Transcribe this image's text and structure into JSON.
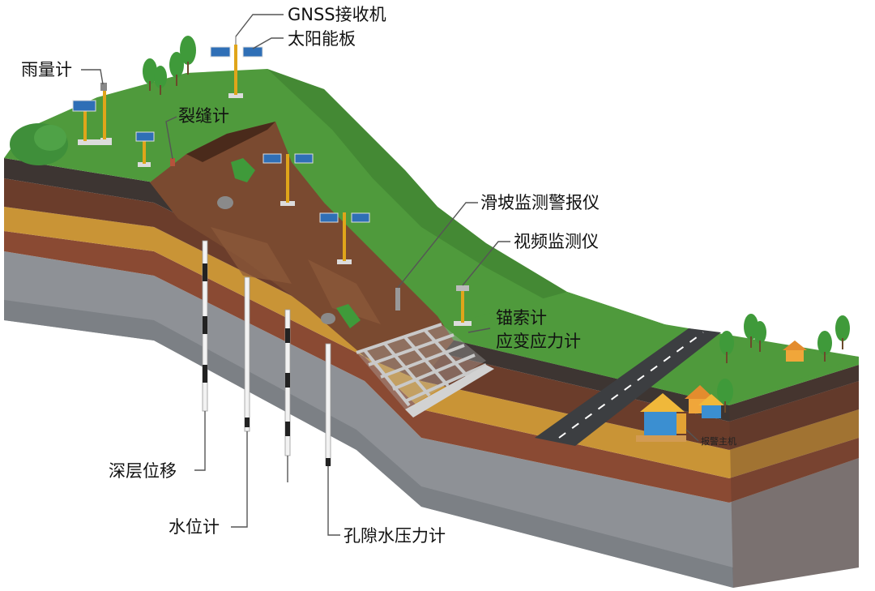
{
  "labels": {
    "gnss": "GNSS接收机",
    "solar": "太阳能板",
    "rain": "雨量计",
    "crack": "裂缝计",
    "alarm_device": "滑坡监测警报仪",
    "video": "视频监测仪",
    "anchor": "锚索计",
    "strain": "应变应力计",
    "deep_disp": "深层位移",
    "water_level": "水位计",
    "pore_pressure": "孔隙水压力计",
    "alarm_host": "报警主机"
  },
  "colors": {
    "grass": "#4f9a3c",
    "grass_dark": "#3d7f2e",
    "soil_top": "#3d3532",
    "layer_brown": "#6b3d2b",
    "layer_yellow": "#c99436",
    "layer_rust": "#8a4a33",
    "bedrock": "#8e9196",
    "slide_mass": "#7a4a30",
    "road": "#3c3e41"
  }
}
